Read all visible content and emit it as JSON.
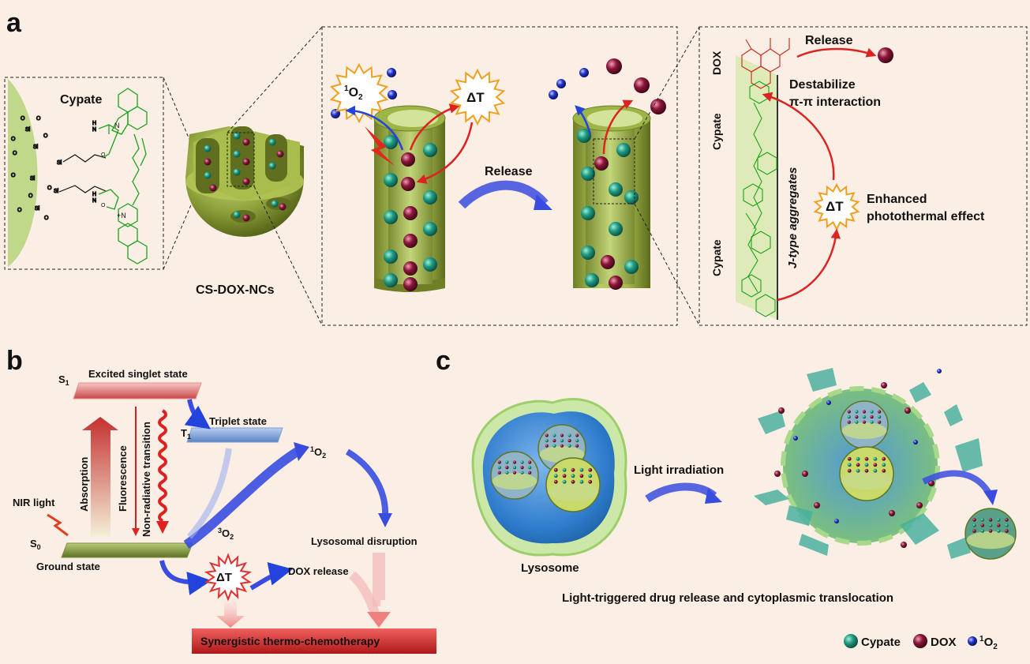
{
  "panel_labels": {
    "a": "a",
    "b": "b",
    "c": "c"
  },
  "panel_a": {
    "left_box": {
      "title": "Cypate"
    },
    "nanocarrier_label": "CS-DOX-NCs",
    "middle_box": {
      "singlet_oxygen": "O",
      "singlet_oxygen_sup": "1",
      "singlet_oxygen_sub": "2",
      "heat": "ΔT",
      "release": "Release"
    },
    "right_box": {
      "dox": "DOX",
      "release": "Release",
      "cypate_top": "Cypate",
      "cypate_bottom": "Cypate",
      "destabilize_line1": "Destabilize",
      "destabilize_line2": "π-π interaction",
      "j_type": "J-type aggregates",
      "heat": "ΔT",
      "enhanced_line1": "Enhanced",
      "enhanced_line2": "photothermal  effect"
    }
  },
  "panel_b": {
    "s1": "S",
    "s1_sub": "1",
    "excited_singlet": "Excited singlet state",
    "t1": "T",
    "t1_sub": "1",
    "triplet": "Triplet state",
    "s0": "S",
    "s0_sub": "0",
    "ground": "Ground state",
    "absorption": "Absorption",
    "fluorescence": "Fluorescence",
    "non_radiative": "Non-radiative transition",
    "nir": "NIR light",
    "singlet_oxygen": "O",
    "singlet_oxygen_sup": "1",
    "singlet_oxygen_sub": "2",
    "triplet_oxygen": "O",
    "triplet_oxygen_sup": "3",
    "triplet_oxygen_sub": "2",
    "heat": "ΔT",
    "dox_release": "DOX release",
    "lysosomal": "Lysosomal disruption",
    "synergistic": "Synergistic thermo-chemotherapy"
  },
  "panel_c": {
    "lysosome": "Lysosome",
    "light": "Light irradiation",
    "caption": "Light-triggered drug release and cytoplasmic translocation",
    "legend": {
      "cypate": "Cypate",
      "dox": "DOX",
      "oxygen": "O",
      "oxygen_sup": "1",
      "oxygen_sub": "2"
    }
  },
  "colors": {
    "background": "#fbeee4",
    "cypate": "#1f8f7a",
    "dox": "#8a1538",
    "oxygen": "#2233cc",
    "arrow_red": "#dd2222",
    "arrow_blue": "#2244dd",
    "chem_green": "#1aa31a",
    "dox_chem": "#cc3322"
  }
}
